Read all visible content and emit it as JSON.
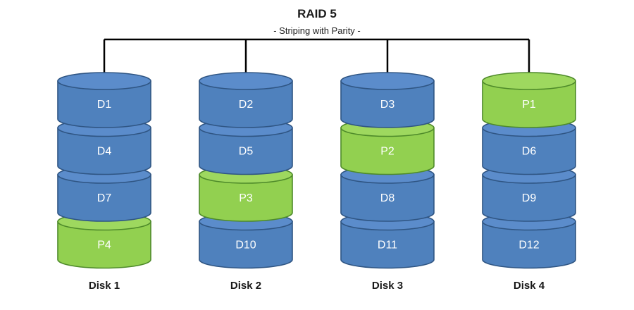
{
  "title": "RAID 5",
  "subtitle": "- Striping with Parity -",
  "colors": {
    "data_fill": "#4f81bd",
    "data_stroke": "#2f5583",
    "data_top": "#5b8ccb",
    "parity_fill": "#92d050",
    "parity_stroke": "#4e8a2a",
    "parity_top": "#9ed85f"
  },
  "disks": [
    {
      "name": "Disk 1",
      "blocks": [
        {
          "label": "D1",
          "type": "data"
        },
        {
          "label": "D4",
          "type": "data"
        },
        {
          "label": "D7",
          "type": "data"
        },
        {
          "label": "P4",
          "type": "parity"
        }
      ]
    },
    {
      "name": "Disk 2",
      "blocks": [
        {
          "label": "D2",
          "type": "data"
        },
        {
          "label": "D5",
          "type": "data"
        },
        {
          "label": "P3",
          "type": "parity"
        },
        {
          "label": "D10",
          "type": "data"
        }
      ]
    },
    {
      "name": "Disk 3",
      "blocks": [
        {
          "label": "D3",
          "type": "data"
        },
        {
          "label": "P2",
          "type": "parity"
        },
        {
          "label": "D8",
          "type": "data"
        },
        {
          "label": "D11",
          "type": "data"
        }
      ]
    },
    {
      "name": "Disk 4",
      "blocks": [
        {
          "label": "P1",
          "type": "parity"
        },
        {
          "label": "D6",
          "type": "data"
        },
        {
          "label": "D9",
          "type": "data"
        },
        {
          "label": "D12",
          "type": "data"
        }
      ]
    }
  ]
}
